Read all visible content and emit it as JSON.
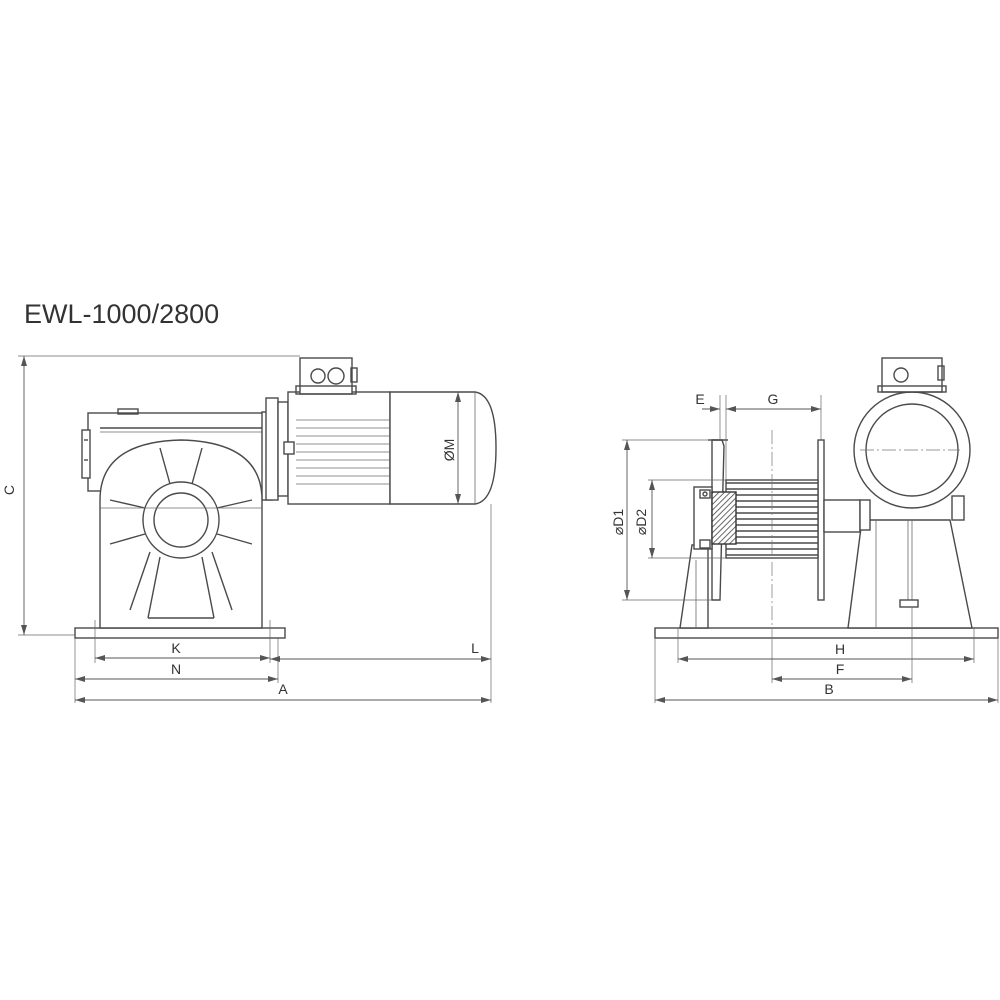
{
  "title": "EWL-1000/2800",
  "side_view": {
    "dims": {
      "C": "C",
      "M": "ØM",
      "K": "K",
      "N": "N",
      "L": "L",
      "A": "A"
    }
  },
  "end_view": {
    "dims": {
      "E": "E",
      "G": "G",
      "D1": "⌀D1",
      "D2": "⌀D2",
      "H": "H",
      "F": "F",
      "B": "B"
    }
  }
}
